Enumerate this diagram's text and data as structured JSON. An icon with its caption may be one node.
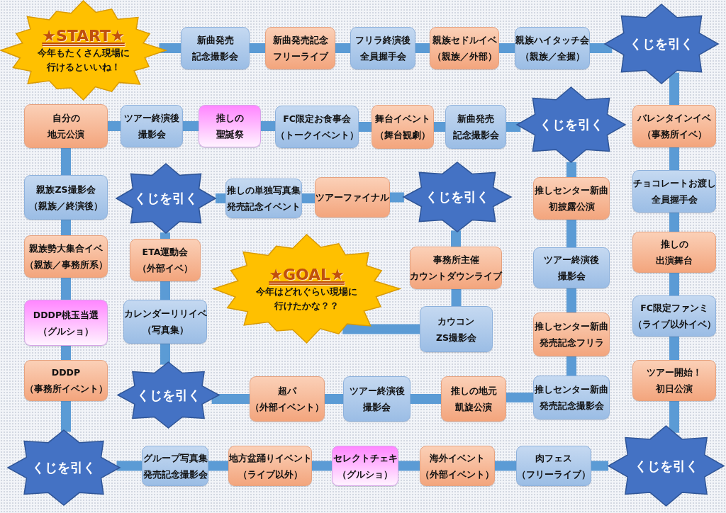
{
  "diagram": {
    "nodes": [
      {
        "text": [
          "★START★",
          "今年もたくさん現場に行けるといいね！"
        ]
      },
      {
        "text": [
          "新曲発売記念撮影会"
        ]
      },
      {
        "text": [
          "新曲発売記念フリーライブ"
        ]
      },
      {
        "text": [
          "フリラ終演後全員握手会"
        ]
      },
      {
        "text": [
          "親族セドルイベ",
          "（親族／外部）"
        ]
      },
      {
        "text": [
          "親族ハイタッチ会",
          "（親族／全握）"
        ]
      },
      {
        "text": [
          "くじを引く"
        ]
      },
      {
        "text": [
          "バレンタインイベ",
          "（事務所イベ）"
        ]
      },
      {
        "text": [
          "チョコレートお渡し全員握手会"
        ]
      },
      {
        "text": [
          "推しの出演舞台"
        ]
      },
      {
        "text": [
          "FC限定ファンミ",
          "（ライブ以外イベ）"
        ]
      },
      {
        "text": [
          "ツアー開始！初日公演"
        ]
      },
      {
        "text": [
          "くじを引く"
        ]
      },
      {
        "text": [
          "肉フェス",
          "（フリーライブ）"
        ]
      },
      {
        "text": [
          "海外イベント",
          "（外部イベント）"
        ]
      },
      {
        "text": [
          "セレクトチェキ",
          "（グルショ）"
        ]
      },
      {
        "text": [
          "地方盆踊りイベント",
          "（ライブ以外）"
        ]
      },
      {
        "text": [
          "グループ写真集発売記念撮影会"
        ]
      },
      {
        "text": [
          "くじを引く"
        ]
      },
      {
        "text": [
          "DDDP",
          "（事務所イベント）"
        ]
      },
      {
        "text": [
          "DDDP桃玉当選",
          "（グルショ）"
        ]
      },
      {
        "text": [
          "親族勢大集合イベ",
          "（親族／事務所系）"
        ]
      },
      {
        "text": [
          "親族ZS撮影会",
          "（親族／終演後）"
        ]
      },
      {
        "text": [
          "自分の地元公演"
        ]
      },
      {
        "text": [
          "ツアー終演後撮影会"
        ]
      },
      {
        "text": [
          "推しの聖誕祭"
        ]
      },
      {
        "text": [
          "FC限定お食事会",
          "（トークイベント）"
        ]
      },
      {
        "text": [
          "舞台イベント",
          "（舞台観劇）"
        ]
      },
      {
        "text": [
          "新曲発売記念撮影会"
        ]
      },
      {
        "text": [
          "くじを引く"
        ]
      },
      {
        "text": [
          "推しセンター新曲初披露公演"
        ]
      },
      {
        "text": [
          "ツアー終演後撮影会"
        ]
      },
      {
        "text": [
          "推しセンター新曲発売記念フリラ"
        ]
      },
      {
        "text": [
          "推しセンター新曲発売記念撮影会"
        ]
      },
      {
        "text": [
          "推しの地元凱旋公演"
        ]
      },
      {
        "text": [
          "ツアー終演後撮影会"
        ]
      },
      {
        "text": [
          "超パ",
          "（外部イベント）"
        ]
      },
      {
        "text": [
          "くじを引く"
        ]
      },
      {
        "text": [
          "カレンダーリリイベ",
          "（写真集）"
        ]
      },
      {
        "text": [
          "ETA運動会",
          "（外部イベ）"
        ]
      },
      {
        "text": [
          "くじを引く"
        ]
      },
      {
        "text": [
          "推しの単独写真集発売記念イベント"
        ]
      },
      {
        "text": [
          "ツアーファイナル"
        ]
      },
      {
        "text": [
          "くじを引く"
        ]
      },
      {
        "text": [
          "事務所主催カウントダウンライブ"
        ]
      },
      {
        "text": [
          "カウコンZS撮影会"
        ]
      },
      {
        "text": [
          "★GOAL★",
          "今年はどれぐらい現場に行けたかな？？"
        ]
      }
    ],
    "edges": [
      {
        "from": 0,
        "to": 1,
        "arrow": "none"
      },
      {
        "from": 1,
        "to": 2,
        "arrow": "none"
      },
      {
        "from": 2,
        "to": 3,
        "arrow": "none"
      },
      {
        "from": 3,
        "to": 4,
        "arrow": "none"
      },
      {
        "from": 4,
        "to": 5,
        "arrow": "none"
      },
      {
        "from": 5,
        "to": 6,
        "arrow": "none"
      },
      {
        "from": 6,
        "to": 7,
        "arrow": "none"
      },
      {
        "from": 7,
        "to": 8,
        "arrow": "none"
      },
      {
        "from": 8,
        "to": 9,
        "arrow": "none"
      },
      {
        "from": 9,
        "to": 10,
        "arrow": "none"
      },
      {
        "from": 10,
        "to": 11,
        "arrow": "none"
      },
      {
        "from": 11,
        "to": 12,
        "arrow": "none"
      },
      {
        "from": 12,
        "to": 13,
        "arrow": "none"
      },
      {
        "from": 13,
        "to": 14,
        "arrow": "none"
      },
      {
        "from": 14,
        "to": 15,
        "arrow": "none"
      },
      {
        "from": 15,
        "to": 16,
        "arrow": "none"
      },
      {
        "from": 16,
        "to": 17,
        "arrow": "none"
      },
      {
        "from": 17,
        "to": 18,
        "arrow": "none"
      },
      {
        "from": 18,
        "to": 19,
        "arrow": "none"
      },
      {
        "from": 19,
        "to": 20,
        "arrow": "none"
      },
      {
        "from": 20,
        "to": 21,
        "arrow": "none"
      },
      {
        "from": 21,
        "to": 22,
        "arrow": "none"
      },
      {
        "from": 22,
        "to": 23,
        "arrow": "none"
      },
      {
        "from": 23,
        "to": 24,
        "arrow": "none"
      },
      {
        "from": 24,
        "to": 25,
        "arrow": "none"
      },
      {
        "from": 25,
        "to": 26,
        "arrow": "none"
      },
      {
        "from": 26,
        "to": 27,
        "arrow": "none"
      },
      {
        "from": 27,
        "to": 28,
        "arrow": "none"
      },
      {
        "from": 28,
        "to": 29,
        "arrow": "none"
      },
      {
        "from": 29,
        "to": 30,
        "arrow": "none"
      },
      {
        "from": 30,
        "to": 31,
        "arrow": "none"
      },
      {
        "from": 31,
        "to": 32,
        "arrow": "none"
      },
      {
        "from": 32,
        "to": 33,
        "arrow": "none"
      },
      {
        "from": 33,
        "to": 34,
        "arrow": "none"
      },
      {
        "from": 34,
        "to": 35,
        "arrow": "none"
      },
      {
        "from": 35,
        "to": 36,
        "arrow": "none"
      },
      {
        "from": 36,
        "to": 37,
        "arrow": "none"
      },
      {
        "from": 37,
        "to": 38,
        "arrow": "none"
      },
      {
        "from": 38,
        "to": 39,
        "arrow": "none"
      },
      {
        "from": 39,
        "to": 40,
        "arrow": "none"
      },
      {
        "from": 40,
        "to": 41,
        "arrow": "none"
      },
      {
        "from": 41,
        "to": 42,
        "arrow": "none"
      },
      {
        "from": 42,
        "to": 43,
        "arrow": "none"
      },
      {
        "from": 43,
        "to": 44,
        "arrow": "none"
      },
      {
        "from": 44,
        "to": 45,
        "arrow": "none"
      },
      {
        "from": 45,
        "to": 46,
        "arrow": "none"
      }
    ]
  }
}
